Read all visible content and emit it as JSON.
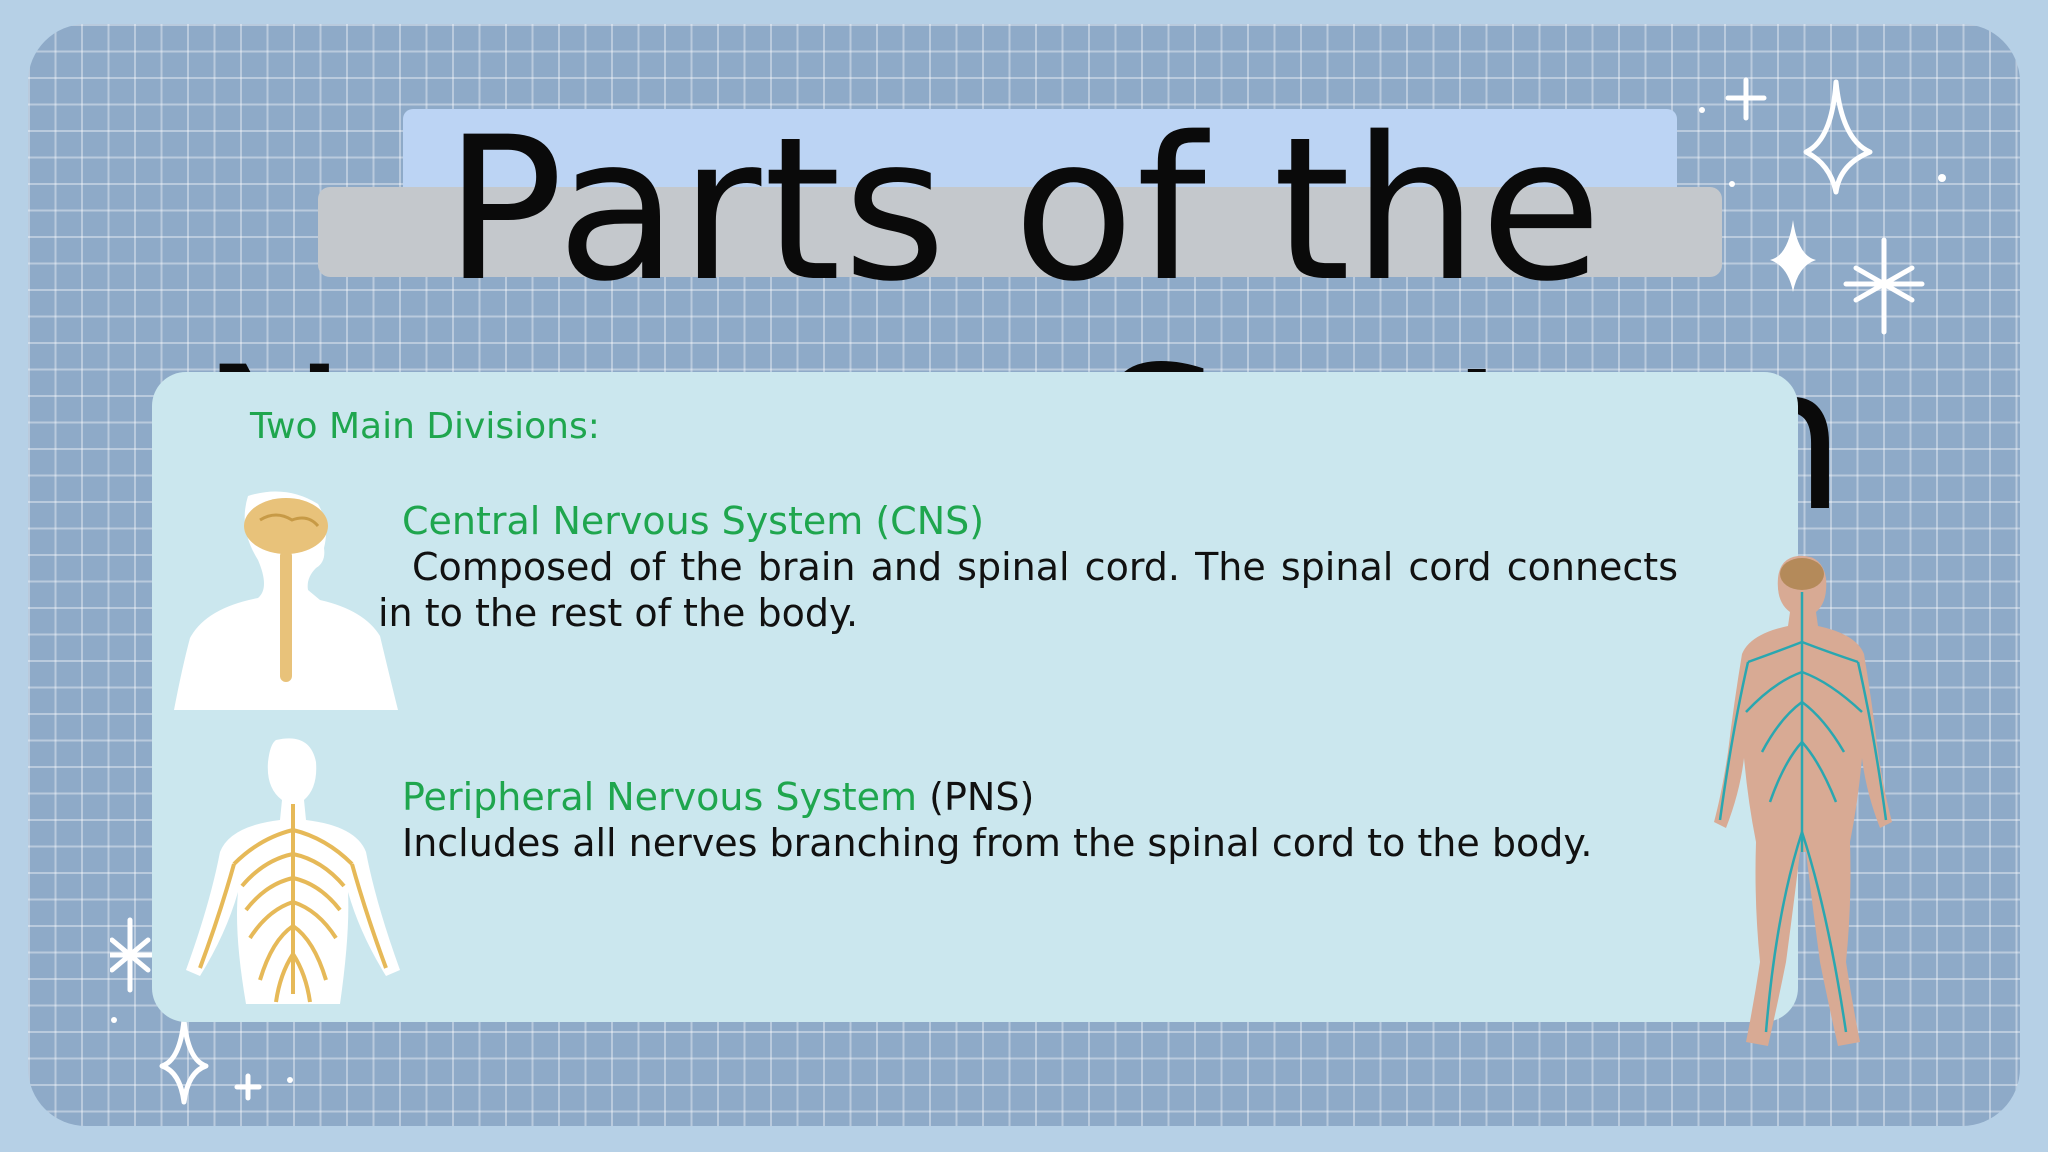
{
  "slide": {
    "title_line1": "Parts of the",
    "title_line2": "Nervous System",
    "heading": "Two Main Divisions:",
    "cns": {
      "title": "Central Nervous System (CNS)",
      "desc_line1": " Composed of the brain and spinal cord. The spinal cord connects",
      "desc_line2": "in to the rest of the body."
    },
    "pns": {
      "title": "Peripheral Nervous System",
      "abbr": " (PNS)",
      "desc": "Includes all nerves branching from the spinal cord to the body."
    }
  },
  "colors": {
    "background": "#b6d0e6",
    "panel": "#8eaac8",
    "card": "#cbe7ee",
    "accent_green": "#1fa64e"
  },
  "icons": [
    "cns-figure-icon",
    "pns-figure-icon",
    "nervous-system-body-icon",
    "sparkle-icon",
    "plus-icon"
  ]
}
